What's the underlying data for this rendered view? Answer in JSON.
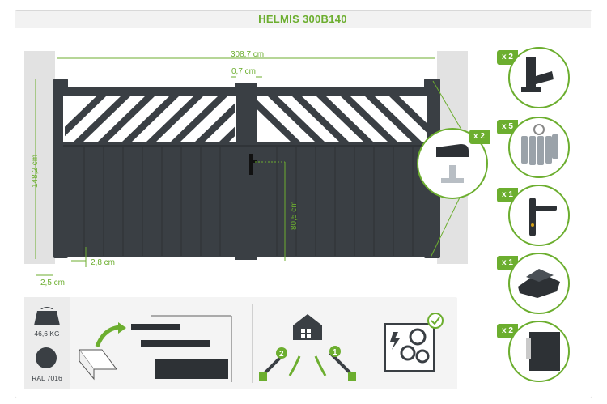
{
  "title": "HELMIS 300B140",
  "dimensions": {
    "total_width": "308,7 cm",
    "gap": "0,7 cm",
    "height": "148,2 cm",
    "handle_height": "80,5 cm",
    "ground_clearance": "2,8 cm",
    "post_gap": "2,5 cm"
  },
  "accessories": [
    {
      "qty": "x 2",
      "icon": "hinge-icon"
    },
    {
      "qty": "x 5",
      "icon": "keys-icon"
    },
    {
      "qty": "x 1",
      "icon": "handle-icon"
    },
    {
      "qty": "x 1",
      "icon": "center-stop-icon"
    },
    {
      "qty": "x 2",
      "icon": "profile-icon"
    }
  ],
  "callout_qty": "x 2",
  "specs": {
    "weight": "46,6 KG",
    "color": "RAL 7016",
    "color_hex": "#3a3f44",
    "accent_hex": "#6cae2f"
  },
  "opening": {
    "step1": "1",
    "step2": "2"
  }
}
